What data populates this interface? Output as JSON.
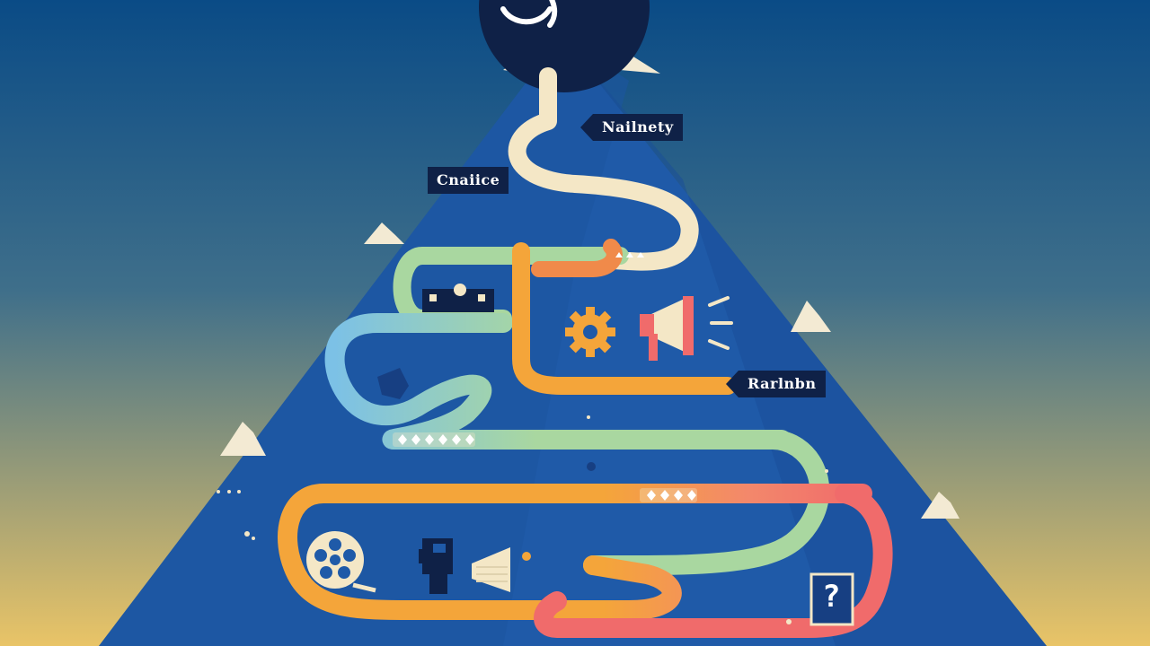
{
  "palette": {
    "sky_top": "#0a4b86",
    "sky_mid": "#3f6f8a",
    "sky_bottom": "#e9c467",
    "pyramid": "#1f5aa8",
    "pyramid_shadow": "#173f82",
    "road_cream": "#f4e7c6",
    "road_orange": "#f4a53a",
    "road_blue": "#7cc1e6",
    "road_green": "#a9d7a0",
    "road_red": "#f06b6b",
    "label_bg": "#0f2147",
    "label_text": "#ffffff",
    "snow": "#f3ead3"
  },
  "labels": {
    "top_right": "Nailnety",
    "top_left": "Cnaiice",
    "mid_right": "Rarlnbn",
    "question": "?"
  },
  "icons": [
    "gear-icon",
    "megaphone-icon",
    "film-reel-icon",
    "camera-icon",
    "speaker-icon",
    "question-icon",
    "sun-logo-icon"
  ]
}
